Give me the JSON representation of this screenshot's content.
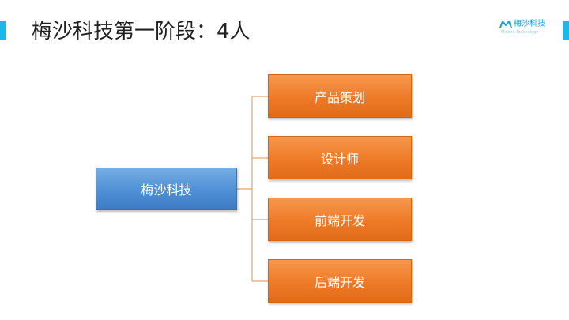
{
  "slide": {
    "title": "梅沙科技第一阶段：4人"
  },
  "logo": {
    "name": "梅沙科技",
    "subtitle": "Meisha Technology"
  },
  "diagram": {
    "root": {
      "label": "梅沙科技"
    },
    "children": [
      {
        "label": "产品策划"
      },
      {
        "label": "设计师"
      },
      {
        "label": "前端开发"
      },
      {
        "label": "后端开发"
      }
    ]
  },
  "colors": {
    "accent": "#1fb6e8",
    "root_fill": "#4f8fd5",
    "child_fill": "#ee7a27",
    "connector": "#e8a26d"
  }
}
